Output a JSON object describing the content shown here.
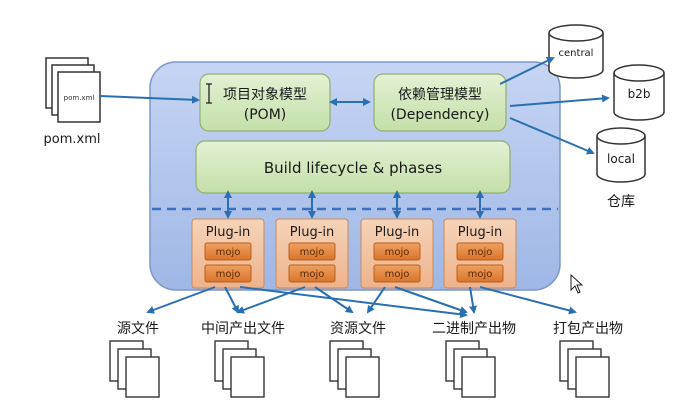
{
  "pom_file": {
    "doc_label": "pom.xml",
    "caption": "pom.xml"
  },
  "pom_model": {
    "line1": "项目对象模型",
    "line2": "(POM)"
  },
  "dependency_model": {
    "line1": "依赖管理模型",
    "line2": "(Dependency)"
  },
  "lifecycle": {
    "label": "Build lifecycle & phases"
  },
  "plugins": [
    {
      "label": "Plug-in",
      "mojos": [
        "mojo",
        "mojo"
      ]
    },
    {
      "label": "Plug-in",
      "mojos": [
        "mojo",
        "mojo"
      ]
    },
    {
      "label": "Plug-in",
      "mojos": [
        "mojo",
        "mojo"
      ]
    },
    {
      "label": "Plug-in",
      "mojos": [
        "mojo",
        "mojo"
      ]
    }
  ],
  "repositories": {
    "items": [
      "central",
      "b2b",
      "local"
    ],
    "caption": "仓库"
  },
  "outputs": [
    "源文件",
    "中间产出文件",
    "资源文件",
    "二进制产出物",
    "打包产出物"
  ],
  "colors": {
    "container": "#b7c9ef",
    "green_box": "#d3e8bf",
    "plugin_box": "#f2c2a0",
    "mojo_box": "#e88a3c",
    "arrow": "#2a6fb0"
  }
}
